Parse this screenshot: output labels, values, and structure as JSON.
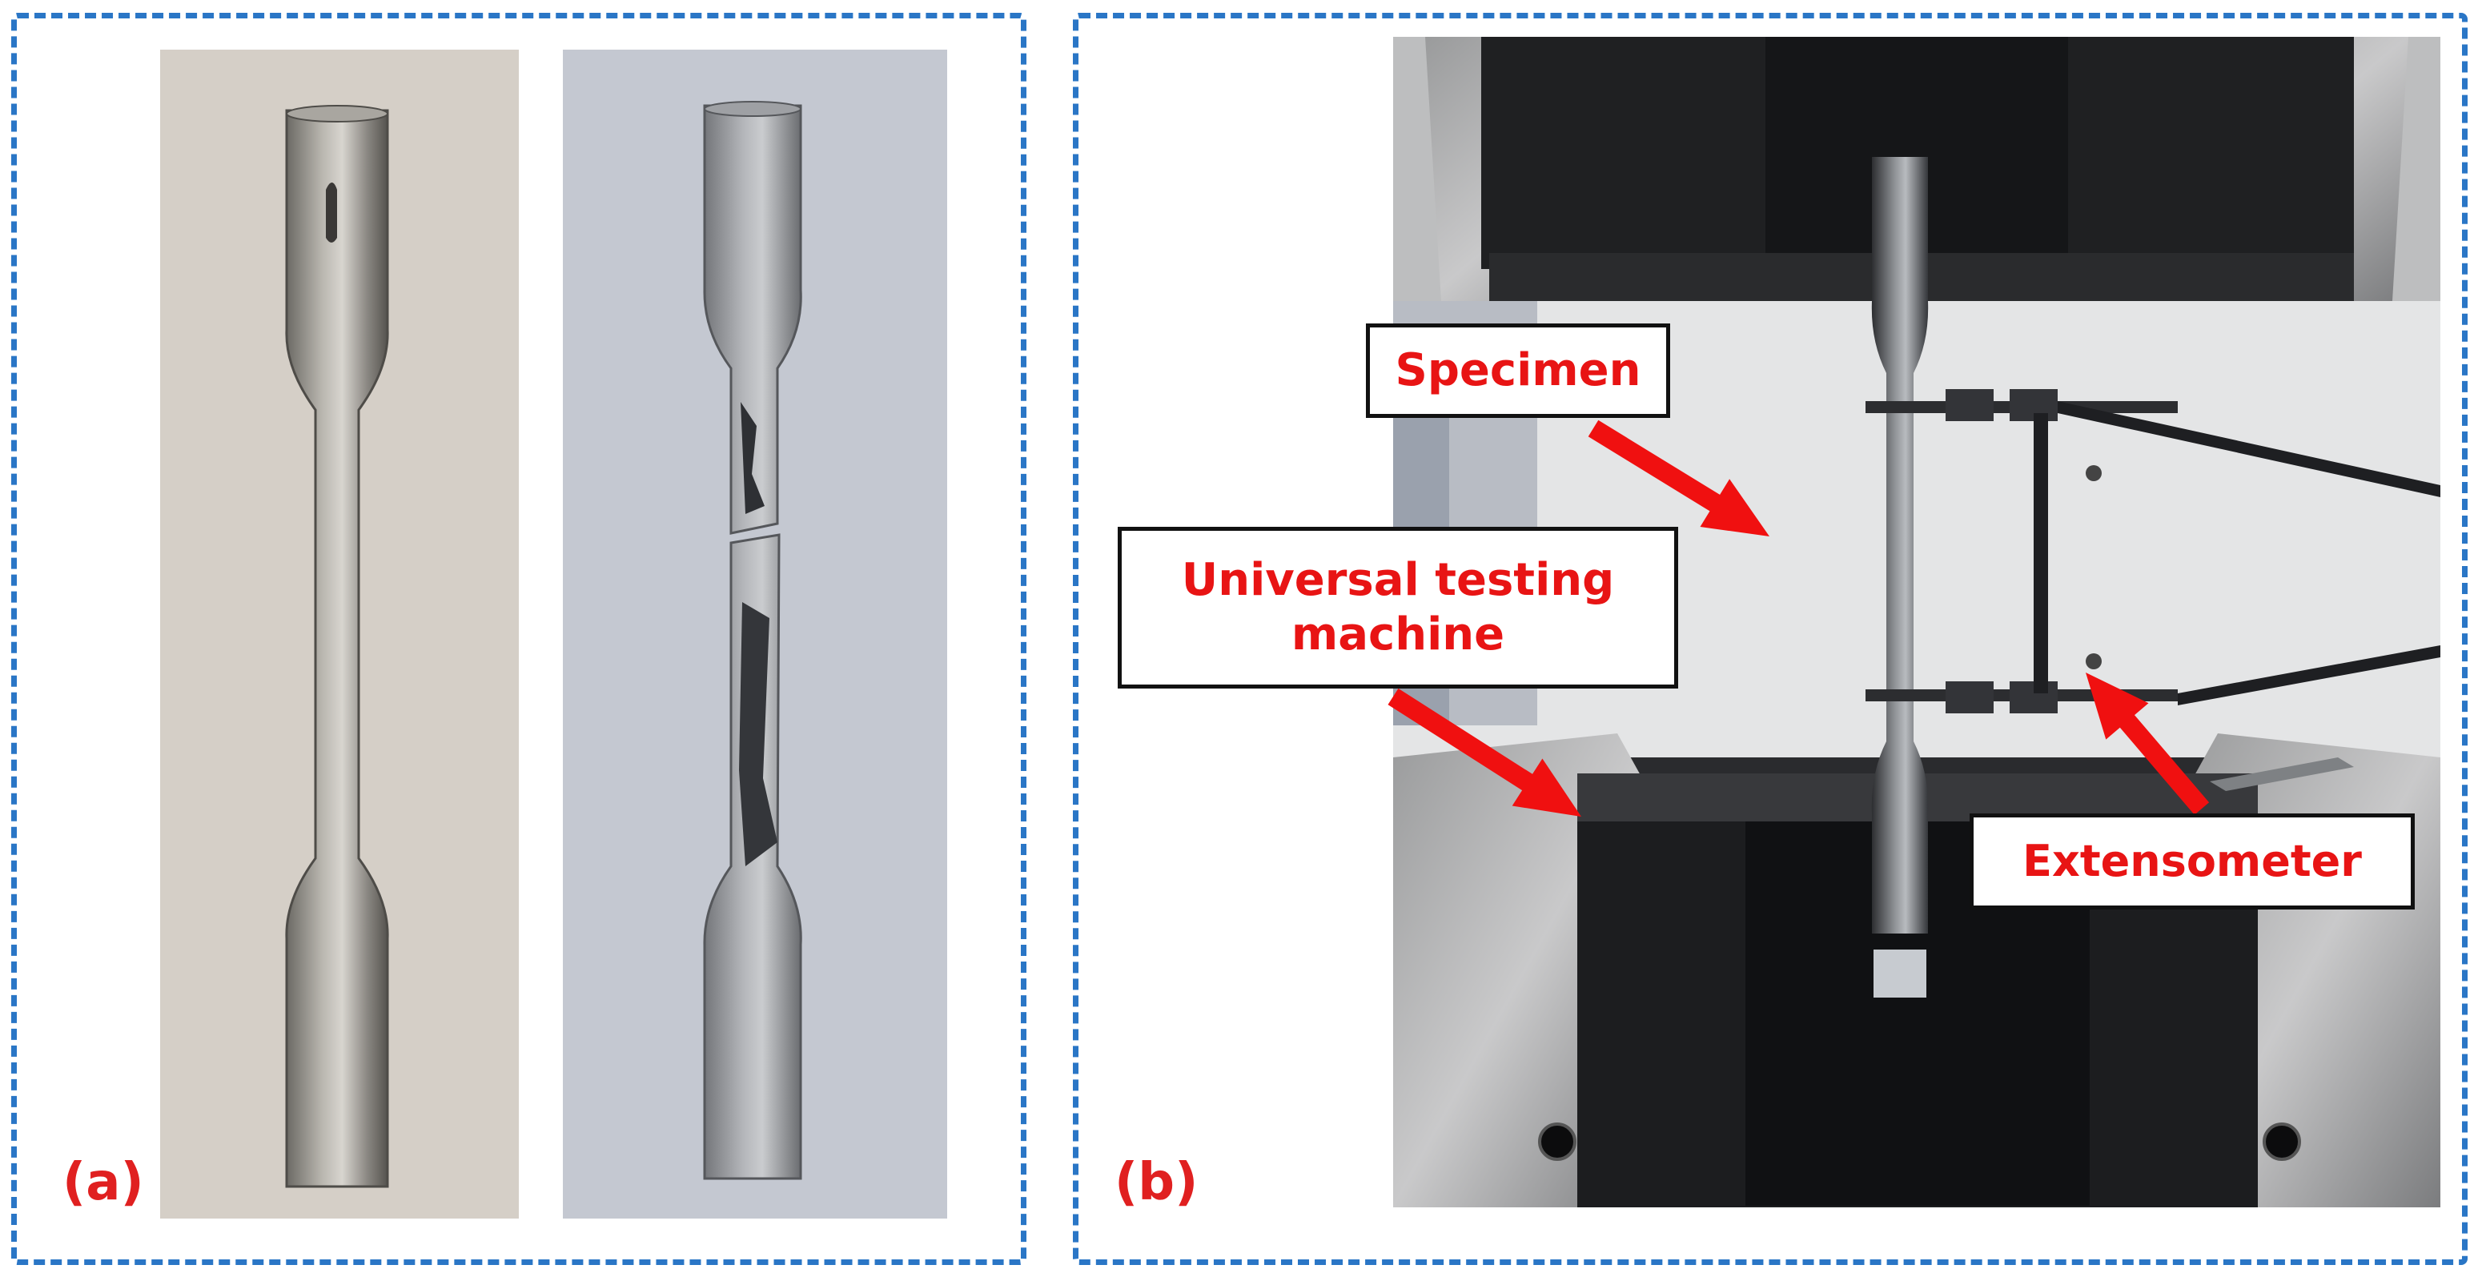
{
  "panels": {
    "a": {
      "label": "(a)"
    },
    "b": {
      "label": "(b)"
    }
  },
  "callouts": {
    "specimen": "Specimen",
    "utm_line1": "Universal testing",
    "utm_line2": "machine",
    "extensometer": "Extensometer"
  },
  "colors": {
    "panel_border": "#2a76c6",
    "label_text": "#e02020",
    "arrow": "#f01010"
  }
}
